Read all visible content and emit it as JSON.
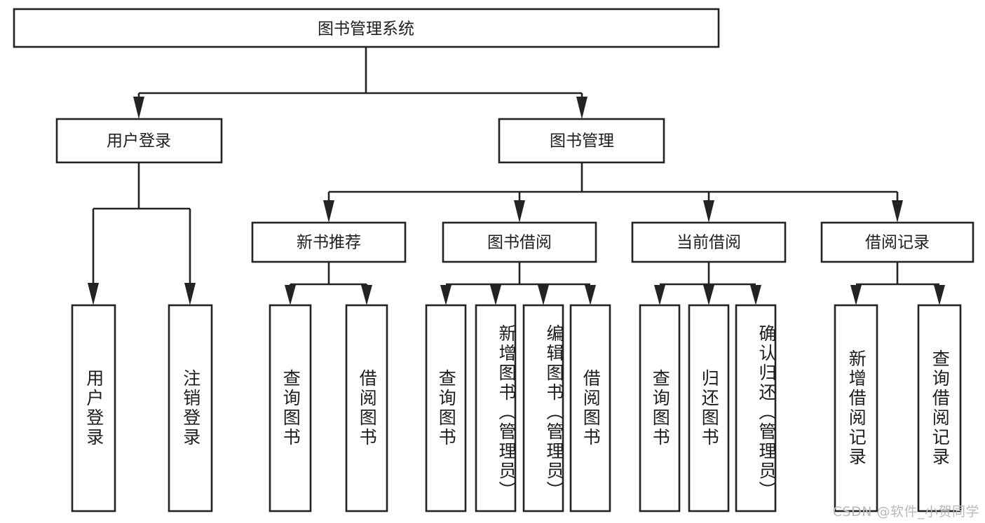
{
  "diagram": {
    "type": "tree",
    "title": "图书管理系统",
    "orientation": "top-down",
    "colors": {
      "box_stroke": "#232323",
      "box_fill": "#ffffff",
      "connector": "#232323",
      "text": "#1d1d1d",
      "background": "#ffffff",
      "watermark": "#b9b9b9"
    },
    "root": {
      "label": "图书管理系统",
      "orientation": "horizontal"
    },
    "level2": [
      {
        "label": "用户登录",
        "orientation": "horizontal"
      },
      {
        "label": "图书管理",
        "orientation": "horizontal"
      }
    ],
    "level3": [
      {
        "label": "新书推荐",
        "orientation": "horizontal"
      },
      {
        "label": "图书借阅",
        "orientation": "horizontal"
      },
      {
        "label": "当前借阅",
        "orientation": "horizontal"
      },
      {
        "label": "借阅记录",
        "orientation": "horizontal"
      }
    ],
    "leaves": {
      "user_login": [
        {
          "label": "用户登录",
          "orientation": "vertical"
        },
        {
          "label": "注销登录",
          "orientation": "vertical"
        }
      ],
      "new_book_recommend": [
        {
          "label": "查询图书",
          "orientation": "vertical"
        },
        {
          "label": "借阅图书",
          "orientation": "vertical"
        }
      ],
      "book_borrow": [
        {
          "label": "查询图书",
          "orientation": "vertical"
        },
        {
          "label": "新增图书（管理员）",
          "orientation": "vertical"
        },
        {
          "label": "编辑图书（管理员）",
          "orientation": "vertical"
        },
        {
          "label": "借阅图书",
          "orientation": "vertical"
        }
      ],
      "current_borrow": [
        {
          "label": "查询图书",
          "orientation": "vertical"
        },
        {
          "label": "归还图书",
          "orientation": "vertical"
        },
        {
          "label": "确认归还（管理员）",
          "orientation": "vertical"
        }
      ],
      "borrow_record": [
        {
          "label": "新增借阅记录",
          "orientation": "vertical"
        },
        {
          "label": "查询借阅记录",
          "orientation": "vertical"
        }
      ]
    }
  },
  "watermark": {
    "text": "CSDN @软件_小贺同学"
  }
}
